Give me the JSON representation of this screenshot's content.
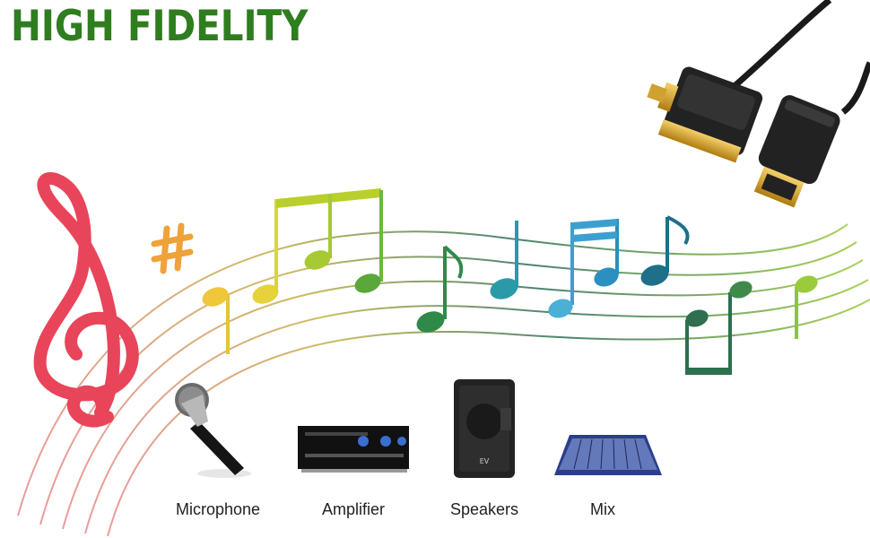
{
  "headline": "HIGH FIDELITY",
  "colors": {
    "headline": "#2e7d1f",
    "clef": "#e8455a",
    "sharp": "#f0a23a",
    "staff": "#8a8a5c",
    "cable": "#1a1a1a",
    "gold": "#d9a520"
  },
  "devices": [
    {
      "icon": "microphone-icon",
      "label": "Microphone"
    },
    {
      "icon": "amplifier-icon",
      "label": "Amplifier"
    },
    {
      "icon": "speaker-icon",
      "label": "Speakers"
    },
    {
      "icon": "mixer-icon",
      "label": "Mix"
    }
  ]
}
